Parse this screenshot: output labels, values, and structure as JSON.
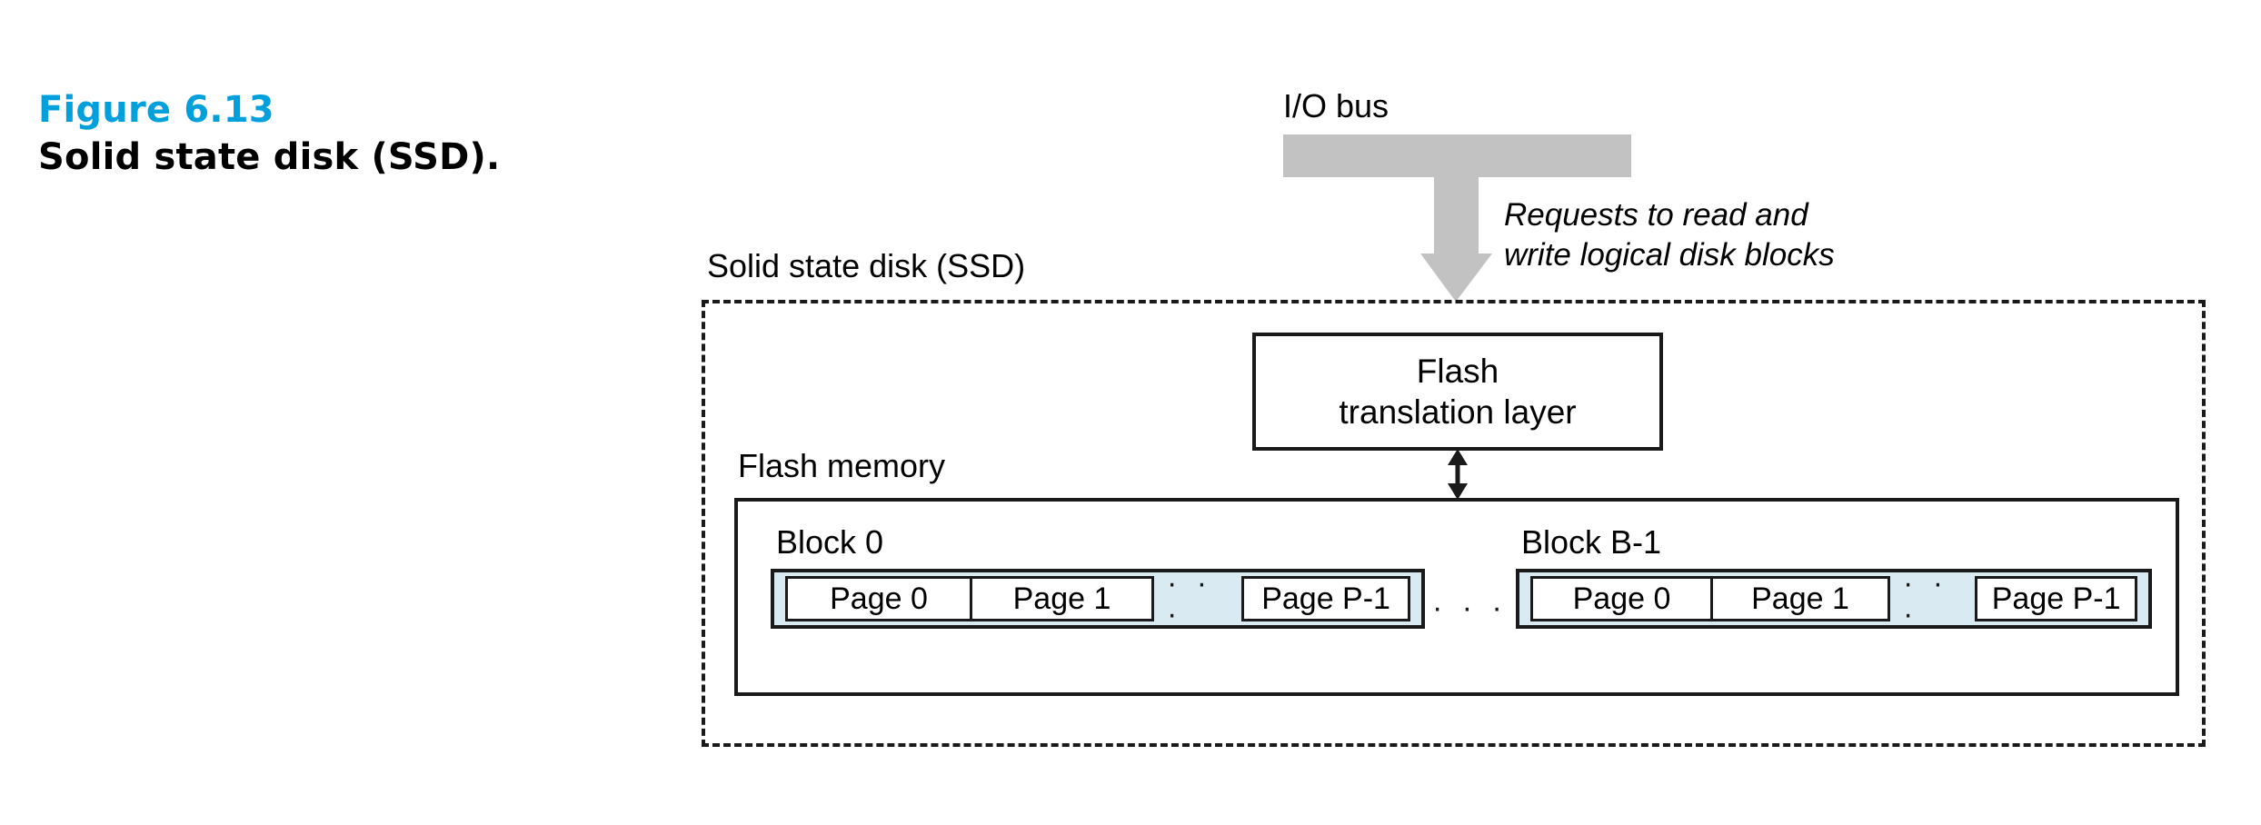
{
  "caption": {
    "figure_number": "Figure 6.13",
    "title": "Solid state disk (SSD)."
  },
  "accent_color": "#00a0dd",
  "diagram": {
    "io_bus_label": "I/O bus",
    "bus_color": "#c2c2c2",
    "requests_note_line1": "Requests to read and",
    "requests_note_line2": "write logical disk blocks",
    "ssd_container_label": "Solid state disk (SSD)",
    "ftl_line1": "Flash",
    "ftl_line2": "translation layer",
    "flash_memory_label": "Flash memory",
    "block_fill_color": "#d9eaf2",
    "ellipsis": "· · ·",
    "blocks": [
      {
        "label": "Block 0",
        "pages": [
          "Page 0",
          "Page 1"
        ],
        "last_page": "Page P-1"
      },
      {
        "label": "Block B-1",
        "pages": [
          "Page 0",
          "Page 1"
        ],
        "last_page": "Page P-1"
      }
    ]
  }
}
